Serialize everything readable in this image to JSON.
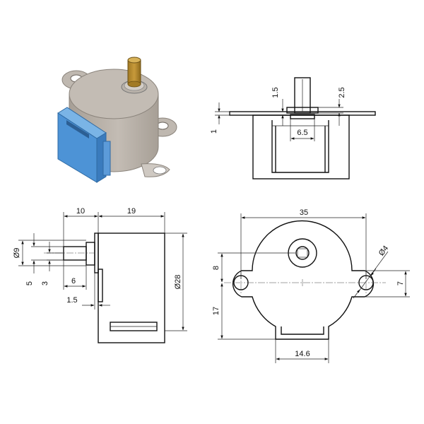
{
  "drawing": {
    "views": [
      "isometric-render",
      "front-view",
      "side-view",
      "top-view"
    ],
    "colors": {
      "motor_body": "#c3bcb4",
      "motor_body_shadow": "#a79f96",
      "connector_housing": "#4d93d6",
      "shaft": "#c79a3b",
      "line": "#111111"
    }
  },
  "front_view": {
    "dims": {
      "flange_thickness": "1",
      "shaft_step": "1.5",
      "shaft_top": "2.5",
      "flat_width": "6.5"
    }
  },
  "side_view": {
    "dims": {
      "shaft_length": "10",
      "body_depth": "19",
      "shaft_diameter": "Ø9",
      "shaft_flat": "6",
      "offset_5": "5",
      "offset_3": "3",
      "boss_height": "1.5",
      "body_diameter": "Ø28"
    }
  },
  "top_view": {
    "dims": {
      "mount_spacing": "35",
      "hole_diameter": "Ø4",
      "shaft_offset": "8",
      "tab_height": "7",
      "lower_height": "17",
      "connector_width": "14.6"
    }
  }
}
